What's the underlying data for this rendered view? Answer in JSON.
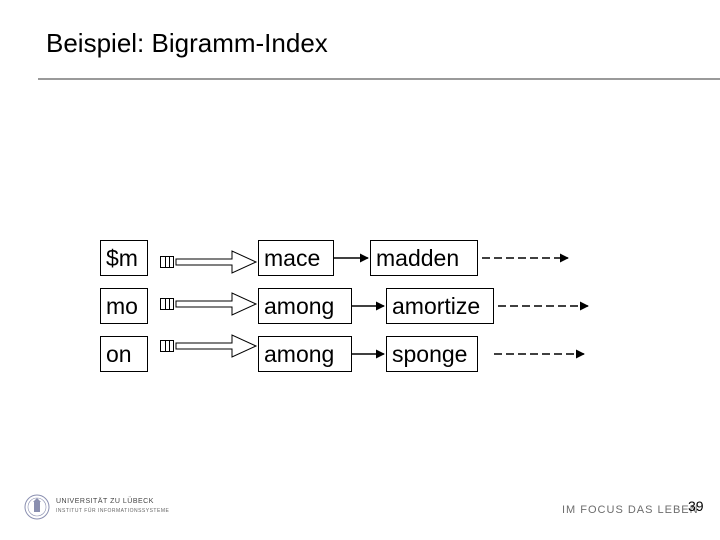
{
  "slide": {
    "title": "Beispiel: Bigramm-Index",
    "page_number": "39"
  },
  "index": {
    "rows": [
      {
        "key": "$m",
        "postings": [
          "mace",
          "madden"
        ]
      },
      {
        "key": "mo",
        "postings": [
          "among",
          "amortize"
        ]
      },
      {
        "key": "on",
        "postings": [
          "among",
          "sponge"
        ]
      }
    ]
  },
  "footer": {
    "university_line1": "UNIVERSITÄT ZU LÜBECK",
    "university_line2": "INSTITUT FÜR INFORMATIONSSYSTEME",
    "slogan": "IM FOCUS DAS LEBEN"
  }
}
